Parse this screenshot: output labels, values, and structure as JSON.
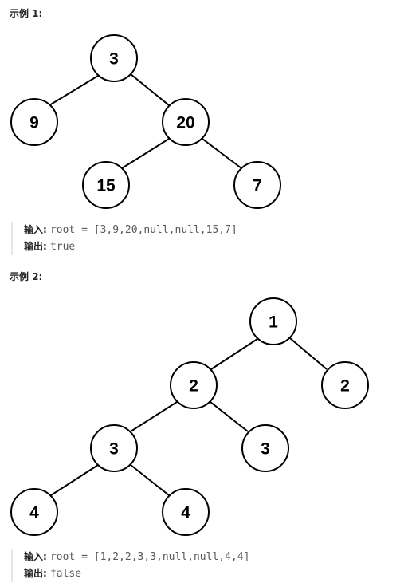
{
  "examples": [
    {
      "title": "示例 1:",
      "input_label": "输入:",
      "input_value": "root = [3,9,20,null,null,15,7]",
      "output_label": "输出:",
      "output_value": "true",
      "nodes": [
        {
          "id": "n0",
          "value": "3"
        },
        {
          "id": "n1",
          "value": "9"
        },
        {
          "id": "n2",
          "value": "20"
        },
        {
          "id": "n3",
          "value": "15"
        },
        {
          "id": "n4",
          "value": "7"
        }
      ]
    },
    {
      "title": "示例 2:",
      "input_label": "输入:",
      "input_value": "root = [1,2,2,3,3,null,null,4,4]",
      "output_label": "输出:",
      "output_value": "false",
      "nodes": [
        {
          "id": "m0",
          "value": "1"
        },
        {
          "id": "m1",
          "value": "2"
        },
        {
          "id": "m2",
          "value": "2"
        },
        {
          "id": "m3",
          "value": "3"
        },
        {
          "id": "m4",
          "value": "3"
        },
        {
          "id": "m5",
          "value": "4"
        },
        {
          "id": "m6",
          "value": "4"
        }
      ]
    }
  ]
}
